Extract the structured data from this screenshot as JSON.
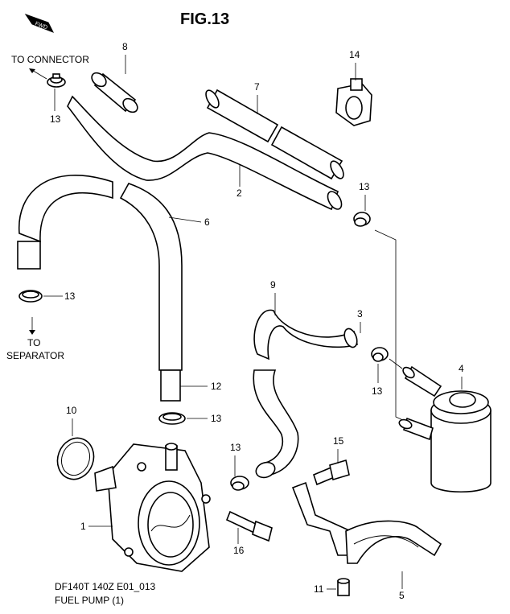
{
  "figure": {
    "title": "FIG.13",
    "fwd_label": "FWD",
    "caption_line1": "DF140T 140Z E01_013",
    "caption_line2": "FUEL PUMP (1)"
  },
  "notes": {
    "to_connector": "TO CONNECTOR",
    "to_separator_1": "TO",
    "to_separator_2": "SEPARATOR"
  },
  "callouts": {
    "c1": "1",
    "c2": "2",
    "c3": "3",
    "c4": "4",
    "c5": "5",
    "c6": "6",
    "c7": "7",
    "c8": "8",
    "c9": "9",
    "c10": "10",
    "c11": "11",
    "c12": "12",
    "c13a": "13",
    "c13b": "13",
    "c13c": "13",
    "c13d": "13",
    "c13e": "13",
    "c13f": "13",
    "c14": "14",
    "c15": "15",
    "c16": "16"
  }
}
